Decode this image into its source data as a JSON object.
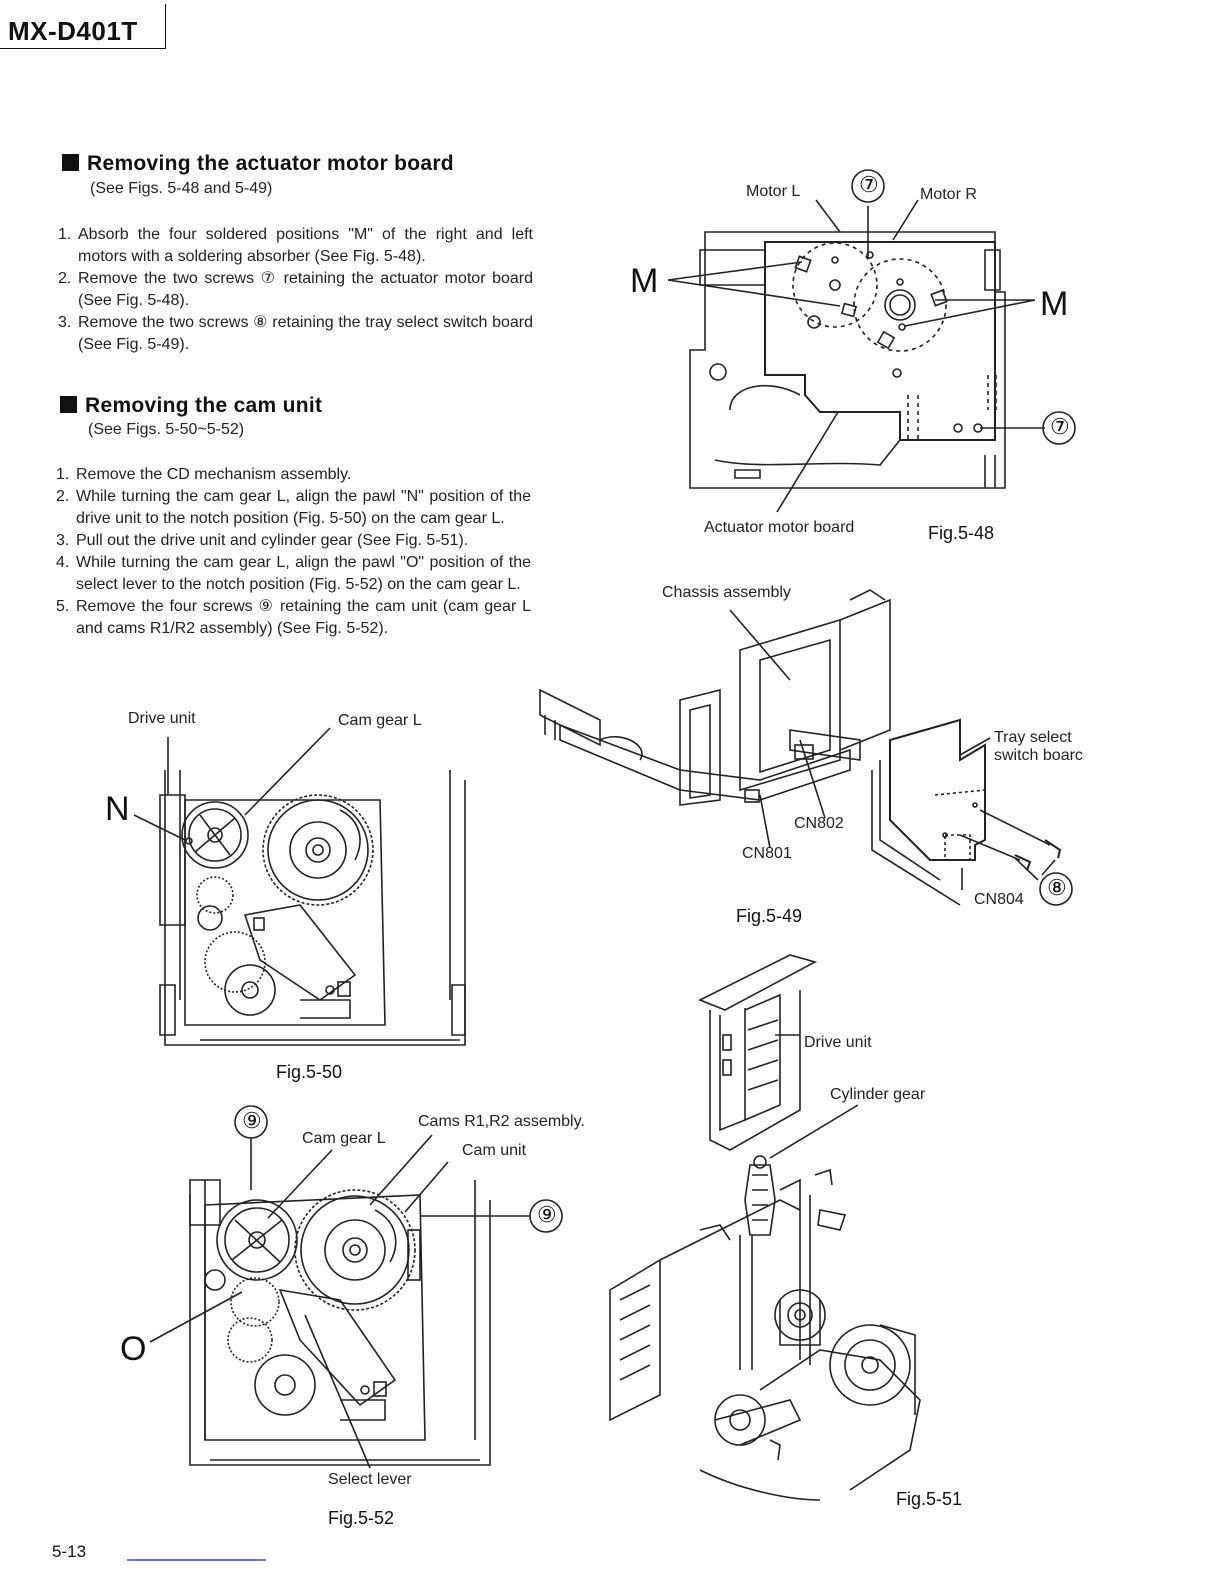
{
  "header": {
    "model": "MX-D401T"
  },
  "section1": {
    "title": "Removing the actuator motor board",
    "subtitle": "(See Figs. 5-48 and 5-49)",
    "steps": [
      {
        "n": "1.",
        "text": "Absorb the four soldered positions \"M\" of the right and left motors with a soldering absorber (See Fig. 5-48)."
      },
      {
        "n": "2.",
        "text": "Remove the two screws ⑦ retaining the actuator motor board (See Fig. 5-48)."
      },
      {
        "n": "3.",
        "text": "Remove the two screws ⑧ retaining the tray select switch board (See Fig. 5-49)."
      }
    ]
  },
  "section2": {
    "title": "Removing the cam unit",
    "subtitle": "(See Figs. 5-50~5-52)",
    "steps": [
      {
        "n": "1.",
        "text": "Remove the CD mechanism assembly."
      },
      {
        "n": "2.",
        "text": "While turning the cam gear L, align the pawl \"N\" position of the drive unit to the notch position (Fig. 5-50) on the cam gear L."
      },
      {
        "n": "3.",
        "text": "Pull out the drive unit and cylinder gear (See Fig. 5-51)."
      },
      {
        "n": "4.",
        "text": "While turning the cam gear L, align the pawl \"O\" position of the select lever to the notch position (Fig. 5-52) on the cam gear L."
      },
      {
        "n": "5.",
        "text": "Remove the four screws ⑨ retaining the cam unit (cam gear L and cams R1/R2 assembly) (See Fig. 5-52)."
      }
    ]
  },
  "fig48": {
    "caption": "Fig.5-48",
    "motor_l": "Motor L",
    "motor_r": "Motor R",
    "screw": "⑦",
    "marker": "M",
    "board": "Actuator motor board"
  },
  "fig49": {
    "caption": "Fig.5-49",
    "chassis": "Chassis assembly",
    "tray_line1": "Tray select",
    "tray_line2": "switch boarc",
    "cn802": "CN802",
    "cn801": "CN801",
    "cn804": "CN804",
    "screw": "⑧"
  },
  "fig50": {
    "caption": "Fig.5-50",
    "drive_unit": "Drive unit",
    "cam_gear": "Cam gear L",
    "marker": "N"
  },
  "fig51": {
    "caption": "Fig.5-51",
    "drive_unit": "Drive unit",
    "cylinder_gear": "Cylinder gear"
  },
  "fig52": {
    "caption": "Fig.5-52",
    "screw": "⑨",
    "cam_gear": "Cam gear L",
    "cams": "Cams R1,R2 assembly.",
    "cam_unit": "Cam unit",
    "marker": "O",
    "select_lever": "Select lever"
  },
  "footer": {
    "page": "5-13"
  }
}
